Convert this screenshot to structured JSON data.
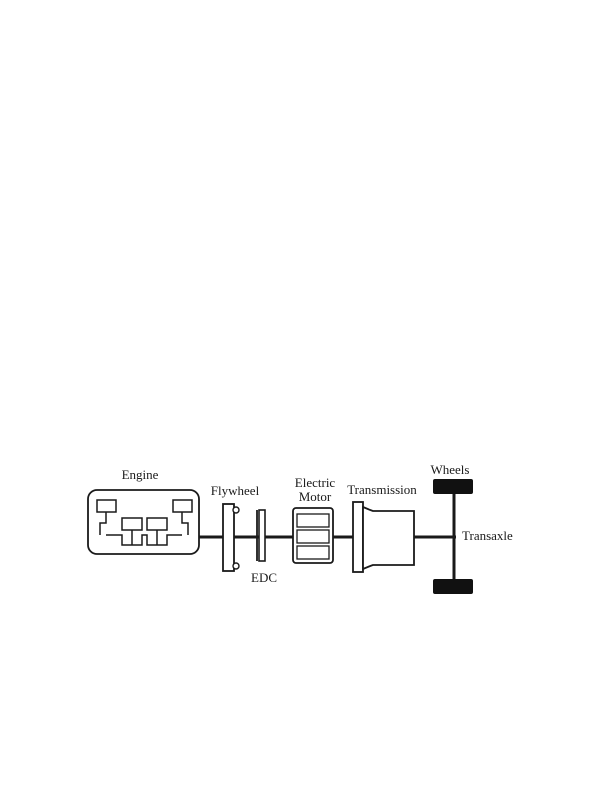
{
  "diagram": {
    "labels": {
      "engine": "Engine",
      "flywheel": "Flywheel",
      "electric_motor_line1": "Electric",
      "electric_motor_line2": "Motor",
      "transmission": "Transmission",
      "wheels": "Wheels",
      "transaxle": "Transaxle",
      "edc": "EDC"
    },
    "colors": {
      "stroke": "#1a1a1a",
      "wheel_fill": "#111111",
      "background": "#ffffff"
    }
  }
}
